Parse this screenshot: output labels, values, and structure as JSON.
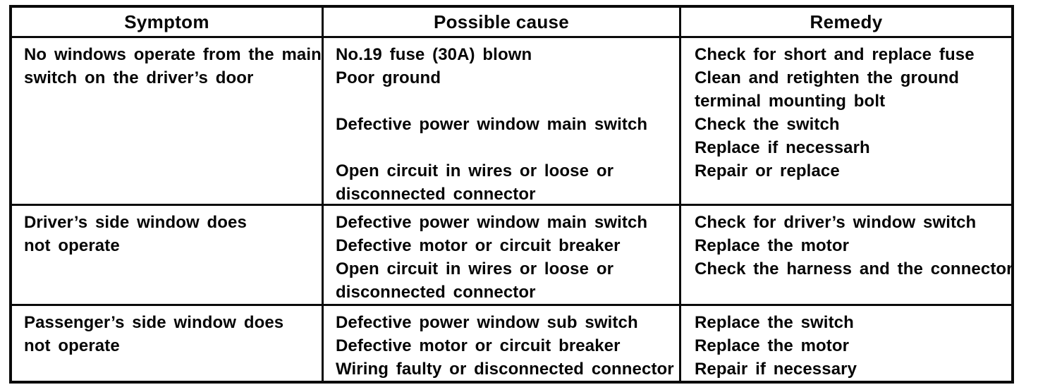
{
  "table": {
    "headers": {
      "symptom": "Symptom",
      "cause": "Possible cause",
      "remedy": "Remedy"
    },
    "rows": [
      {
        "symptom": [
          "No windows operate from the main",
          "switch on the driver’s door"
        ],
        "cause": [
          "No.19 fuse (30A) blown",
          "Poor ground",
          "",
          "Defective power window main switch",
          "",
          "Open circuit in wires or loose or",
          "disconnected connector"
        ],
        "remedy": [
          "Check for short and replace fuse",
          "Clean and retighten the ground",
          "terminal mounting bolt",
          "Check the switch",
          "Replace if necessarh",
          "Repair or replace"
        ]
      },
      {
        "symptom": [
          "Driver’s side window does",
          "not operate"
        ],
        "cause": [
          "Defective power window main switch",
          "Defective motor or circuit breaker",
          "Open circuit in wires or loose or",
          "disconnected connector"
        ],
        "remedy": [
          "Check for driver’s window switch",
          "Replace the motor",
          "Check the harness and the connector"
        ]
      },
      {
        "symptom": [
          "Passenger’s side window does",
          "not operate"
        ],
        "cause": [
          "Defective power window sub switch",
          "Defective motor or circuit breaker",
          "Wiring faulty or disconnected connector"
        ],
        "remedy": [
          "Replace the switch",
          "Replace the motor",
          "Repair if necessary"
        ]
      }
    ]
  },
  "colors": {
    "ink": "#050505",
    "border": "#0a0a0a",
    "paper": "#ffffff"
  }
}
